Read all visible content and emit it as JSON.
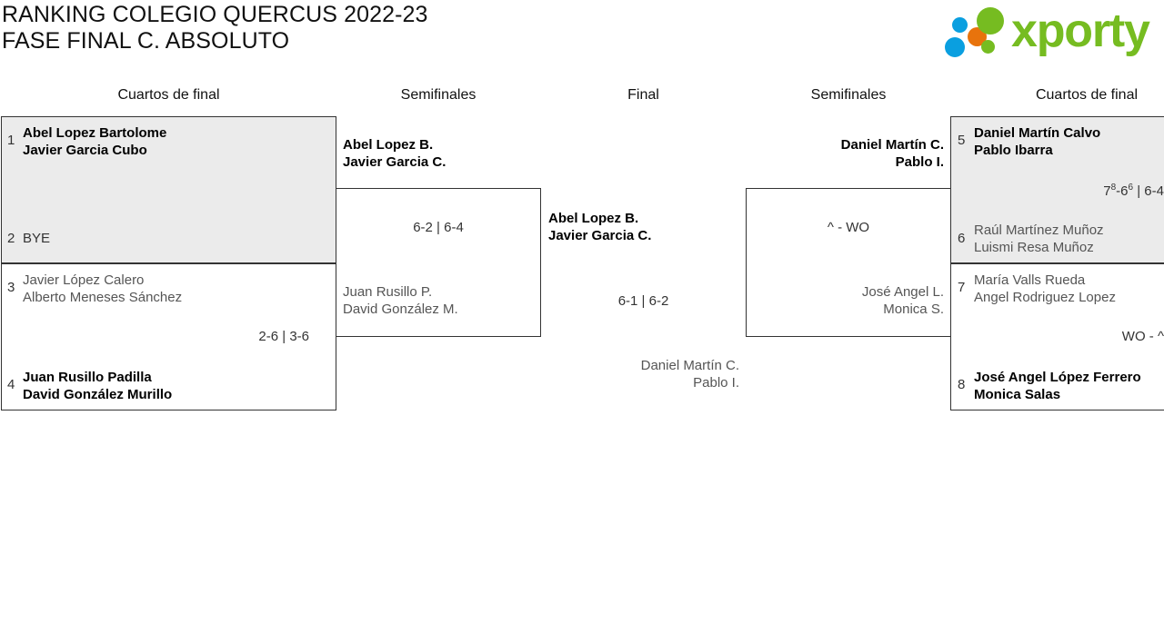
{
  "header": {
    "title_line1": "RANKING COLEGIO QUERCUS 2022-23",
    "title_line2": "FASE FINAL C. ABSOLUTO",
    "logo_text": "xporty",
    "logo_colors": {
      "green": "#76bc21",
      "blue": "#0a9fe0",
      "orange": "#e8730c"
    }
  },
  "rounds": [
    {
      "label": "Cuartos de final",
      "side": "left"
    },
    {
      "label": "Semifinales",
      "side": "left"
    },
    {
      "label": "Final",
      "side": "center"
    },
    {
      "label": "Semifinales",
      "side": "right"
    },
    {
      "label": "Cuartos de final",
      "side": "right"
    }
  ],
  "quarterfinals_left": [
    {
      "seed_top": "1",
      "top_line1": "Abel Lopez Bartolome",
      "top_line2": "Javier Garcia Cubo",
      "top_result": "winner",
      "seed_bottom": "2",
      "bottom_line1": "BYE",
      "bottom_line2": "",
      "bottom_result": "bye",
      "score": "",
      "highlight": true
    },
    {
      "seed_top": "3",
      "top_line1": "Javier López Calero",
      "top_line2": "Alberto Meneses Sánchez",
      "top_result": "loser",
      "seed_bottom": "4",
      "bottom_line1": "Juan Rusillo Padilla",
      "bottom_line2": "David González Murillo",
      "bottom_result": "winner",
      "score": "2-6 | 3-6",
      "highlight": false
    }
  ],
  "quarterfinals_right": [
    {
      "seed_top": "5",
      "top_line1": "Daniel Martín Calvo",
      "top_line2": "Pablo Ibarra",
      "top_result": "winner",
      "seed_bottom": "6",
      "bottom_line1": "Raúl Martínez Muñoz",
      "bottom_line2": "Luismi Resa Muñoz",
      "bottom_result": "loser",
      "score_html": "7<sup>8</sup>-6<sup>6</sup> | 6-4",
      "score_text": "7(8)-6(6) | 6-4",
      "highlight": true
    },
    {
      "seed_top": "7",
      "top_line1": "María Valls Rueda",
      "top_line2": "Angel Rodriguez Lopez",
      "top_result": "loser",
      "seed_bottom": "8",
      "bottom_line1": "José Angel López Ferrero",
      "bottom_line2": "Monica Salas",
      "bottom_result": "winner",
      "score_html": "WO - ^",
      "score_text": "WO - ^",
      "highlight": false
    }
  ],
  "semifinal_left": {
    "top_line1": "Abel Lopez B.",
    "top_line2": "Javier Garcia C.",
    "top_result": "winner",
    "bottom_line1": "Juan Rusillo P.",
    "bottom_line2": "David González M.",
    "bottom_result": "loser",
    "score": "6-2 | 6-4"
  },
  "semifinal_right": {
    "top_line1": "Daniel Martín C.",
    "top_line2": "Pablo I.",
    "top_result": "winner",
    "bottom_line1": "José Angel L.",
    "bottom_line2": "Monica S.",
    "bottom_result": "loser",
    "score": "^ - WO"
  },
  "final": {
    "top_line1": "Abel Lopez B.",
    "top_line2": "Javier Garcia C.",
    "top_result": "winner",
    "bottom_line1": "Daniel Martín C.",
    "bottom_line2": "Pablo I.",
    "bottom_result": "loser",
    "score": "6-1 | 6-2"
  }
}
